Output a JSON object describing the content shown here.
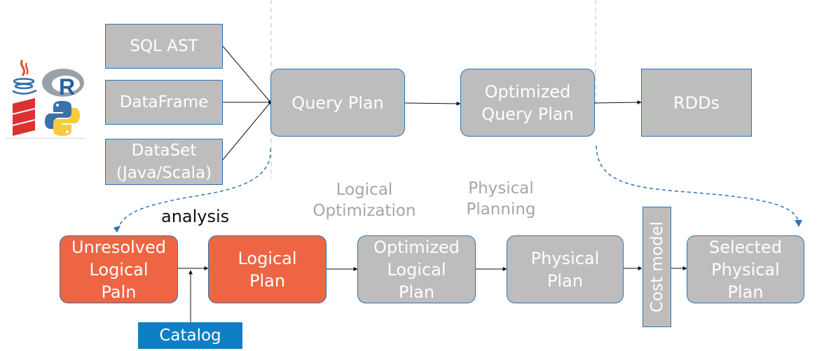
{
  "inputs": {
    "sql_ast": "SQL AST",
    "dataframe": "DataFrame",
    "dataset_line1": "DataSet",
    "dataset_line2": "(Java/Scala)"
  },
  "top_row": {
    "query_plan": "Query Plan",
    "optimized_line1": "Optimized",
    "optimized_line2": "Query Plan",
    "rdds": "RDDs"
  },
  "bottom_row": {
    "unresolved": [
      "Unresolved",
      "Logical",
      "Paln"
    ],
    "logical": [
      "Logical",
      "Plan"
    ],
    "optimized_logical": [
      "Optimized",
      "Logical",
      "Plan"
    ],
    "physical": [
      "Physical",
      "Plan"
    ],
    "cost_model": "Cost model",
    "selected": [
      "Selected",
      "Physical",
      "Plan"
    ],
    "catalog": "Catalog"
  },
  "stage_labels": {
    "analysis": "analysis",
    "logical_optimization": [
      "Logical",
      "Optimization"
    ],
    "physical_planning": [
      "Physical",
      "Planning"
    ]
  },
  "colors": {
    "box_gray": "#bdbdbd",
    "box_border": "#2e74b5",
    "orange": "#ee6543",
    "catalog_blue": "#0f7fc4",
    "dashed_curve": "#2e74b5",
    "label_gray": "#a6a6a6"
  },
  "icons": [
    "java-icon",
    "r-icon",
    "scala-icon",
    "python-icon"
  ]
}
